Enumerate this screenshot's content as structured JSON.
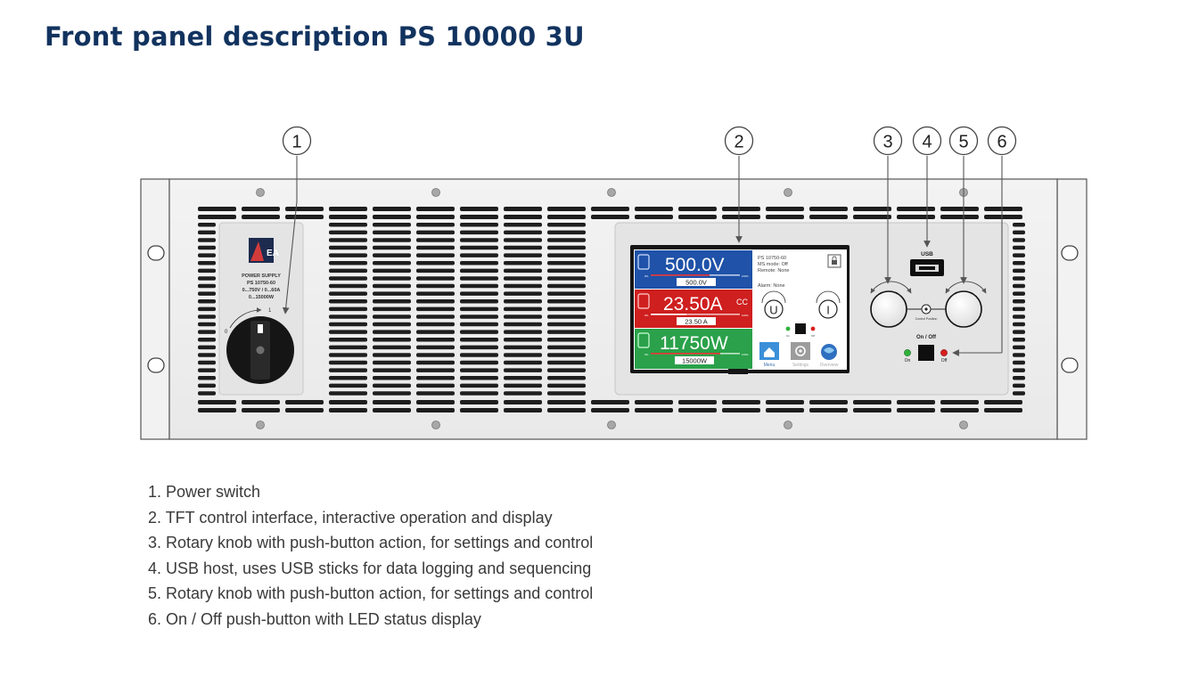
{
  "title": "Front panel description PS 10000 3U",
  "callouts": [
    "1",
    "2",
    "3",
    "4",
    "5",
    "6"
  ],
  "legend": [
    "1. Power switch",
    "2. TFT control interface, interactive operation and display",
    "3. Rotary knob with push-button action, for settings and control",
    "4. USB host, uses USB sticks for data logging and sequencing",
    "5. Rotary knob with push-button action, for settings and control",
    "6. On / Off push-button with LED status display"
  ],
  "device": {
    "logo_letters": "EA",
    "label": [
      "POWER SUPPLY",
      "PS 10750-60",
      "0...750V / 0...60A",
      "0...15000W"
    ],
    "switch_marks": [
      "0",
      "1"
    ],
    "usb_label": "USB",
    "onoff_label": "On / Off",
    "led_on": "On",
    "led_off": "Off",
    "knob_link": "Control Position"
  },
  "display": {
    "voltage": "500.0V",
    "voltage_set": "500.0V",
    "current": "23.50A",
    "current_set": "23.50 A",
    "mode": "CC",
    "power": "11750W",
    "power_set": "15000W",
    "info": [
      "PS 10750-60",
      "MS mode: Off",
      "Remote: None",
      "Alarm: None"
    ],
    "knob_letters": [
      "U",
      "I"
    ],
    "buttons": [
      "Menu",
      "Settings",
      "Overview"
    ],
    "led_labels": [
      "On",
      "Off"
    ],
    "bar_start": "0%",
    "bar_end": "100%"
  },
  "colors": {
    "title": "#12335f",
    "voltage_bg": "#1f52a8",
    "current_bg": "#cf1f1f",
    "power_bg": "#2aa14a",
    "led_green": "#2fb23b",
    "led_red": "#d81e1e",
    "arrow": "#555555"
  }
}
